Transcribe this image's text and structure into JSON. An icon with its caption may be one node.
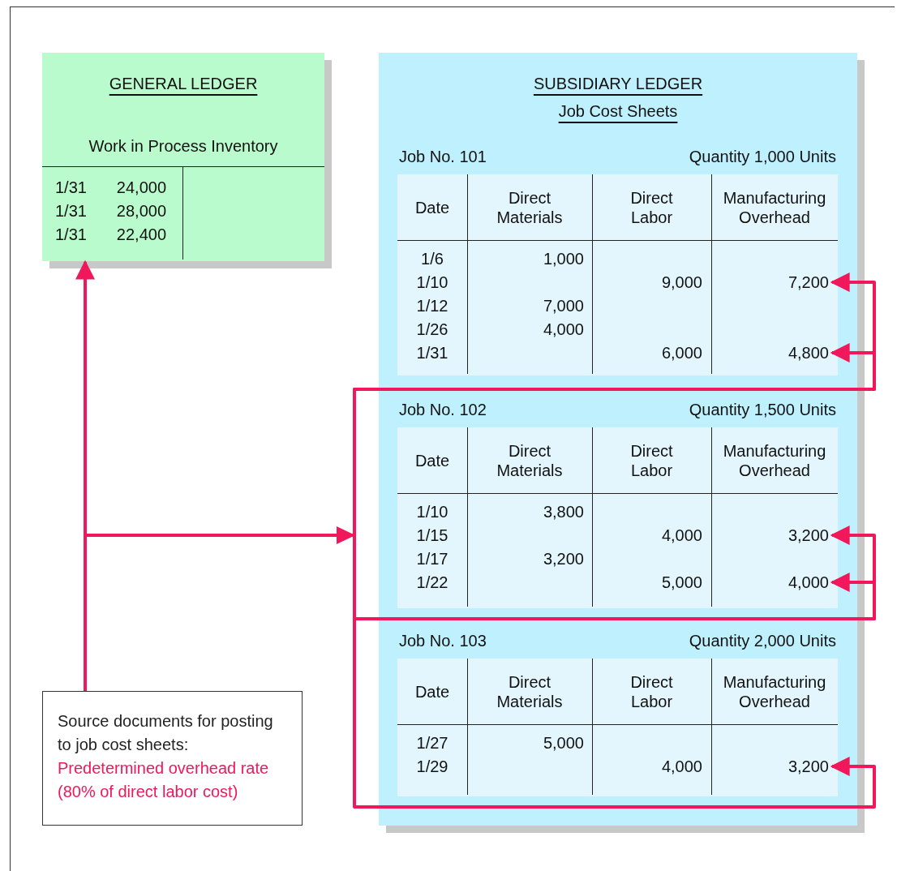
{
  "diagram": {
    "nodes": [
      {
        "text": [
          "GENERAL LEDGER",
          "Work in Process Inventory"
        ]
      },
      {
        "text": [
          "SUBSIDIARY LEDGER",
          "Job Cost Sheets"
        ]
      },
      {
        "text": [
          "Job No. 101",
          "Quantity 1,000 Units"
        ],
        "in": 1
      },
      {
        "text": [
          "7,200"
        ],
        "in": 2
      },
      {
        "text": [
          "4,800"
        ],
        "in": 2
      },
      {
        "text": [
          "Job No. 102",
          "Quantity 1,500 Units"
        ],
        "in": 1
      },
      {
        "text": [
          "3,200"
        ],
        "in": 5
      },
      {
        "text": [
          "4,000"
        ],
        "in": 5
      },
      {
        "text": [
          "Job No. 103",
          "Quantity 2,000 Units"
        ],
        "in": 1
      },
      {
        "text": [
          "3,200"
        ],
        "in": 8
      },
      {
        "text": [
          "Source documents for posting to job cost sheets:",
          "Predetermined overhead rate (80% of direct labor cost)"
        ]
      }
    ],
    "edges": [
      {
        "from": 10,
        "to": 0,
        "arrow": "to"
      },
      {
        "from": 10,
        "to": 3,
        "arrow": "to"
      },
      {
        "from": 10,
        "to": 4,
        "arrow": "to"
      },
      {
        "from": 10,
        "to": 6,
        "arrow": "to"
      },
      {
        "from": 10,
        "to": 7,
        "arrow": "to"
      },
      {
        "from": 10,
        "to": 9,
        "arrow": "to"
      }
    ],
    "labels": [
      "1/31",
      "24,000",
      "1/31",
      "28,000",
      "1/31",
      "22,400",
      "Date",
      "Direct Materials",
      "Direct Labor",
      "Manufacturing Overhead",
      "1/6",
      "1,000",
      "1/10",
      "9,000",
      "1/12",
      "7,000",
      "1/26",
      "4,000",
      "1/31",
      "6,000",
      "Date",
      "Direct Materials",
      "Direct Labor",
      "Manufacturing Overhead",
      "1/10",
      "3,800",
      "1/15",
      "4,000",
      "1/17",
      "3,200",
      "1/22",
      "5,000",
      "Date",
      "Direct Materials",
      "Direct Labor",
      "Manufacturing Overhead",
      "1/27",
      "5,000",
      "1/29",
      "4,000"
    ]
  }
}
